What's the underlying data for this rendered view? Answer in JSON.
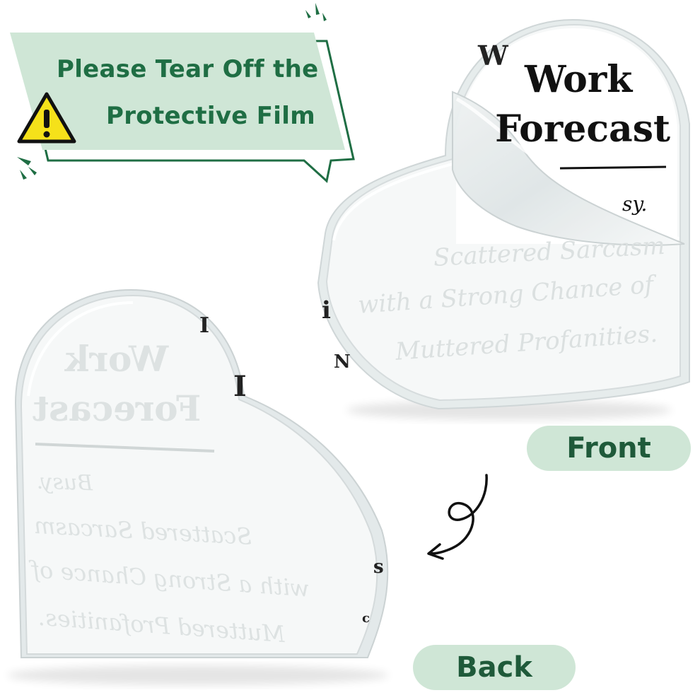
{
  "callout": {
    "line1": "Please Tear Off the",
    "line2": "Protective Film",
    "warning_icon": "warning-triangle-icon",
    "accent_color": "#1f6e44",
    "fill_color": "#cfe6d6"
  },
  "front_plaque": {
    "title_line1": "Work",
    "title_line2": "Forecast",
    "busy_fragment": "sy.",
    "line_scattered": "Scattered Sarcasm",
    "line_chance": "with a Strong Chance of",
    "line_muttered": "Muttered Profanities."
  },
  "back_plaque": {
    "title_line1": "Work",
    "title_line2": "Forecast",
    "busy": "Busy.",
    "line_scattered": "Scattered Sarcasm",
    "line_chance": "with a Strong Chance of",
    "line_muttered": "Muttered Profanities."
  },
  "labels": {
    "front": "Front",
    "back": "Back",
    "pill_color": "#cfe6d6",
    "text_color": "#1f5a3a"
  },
  "arrow_icon": "curly-arrow-icon"
}
